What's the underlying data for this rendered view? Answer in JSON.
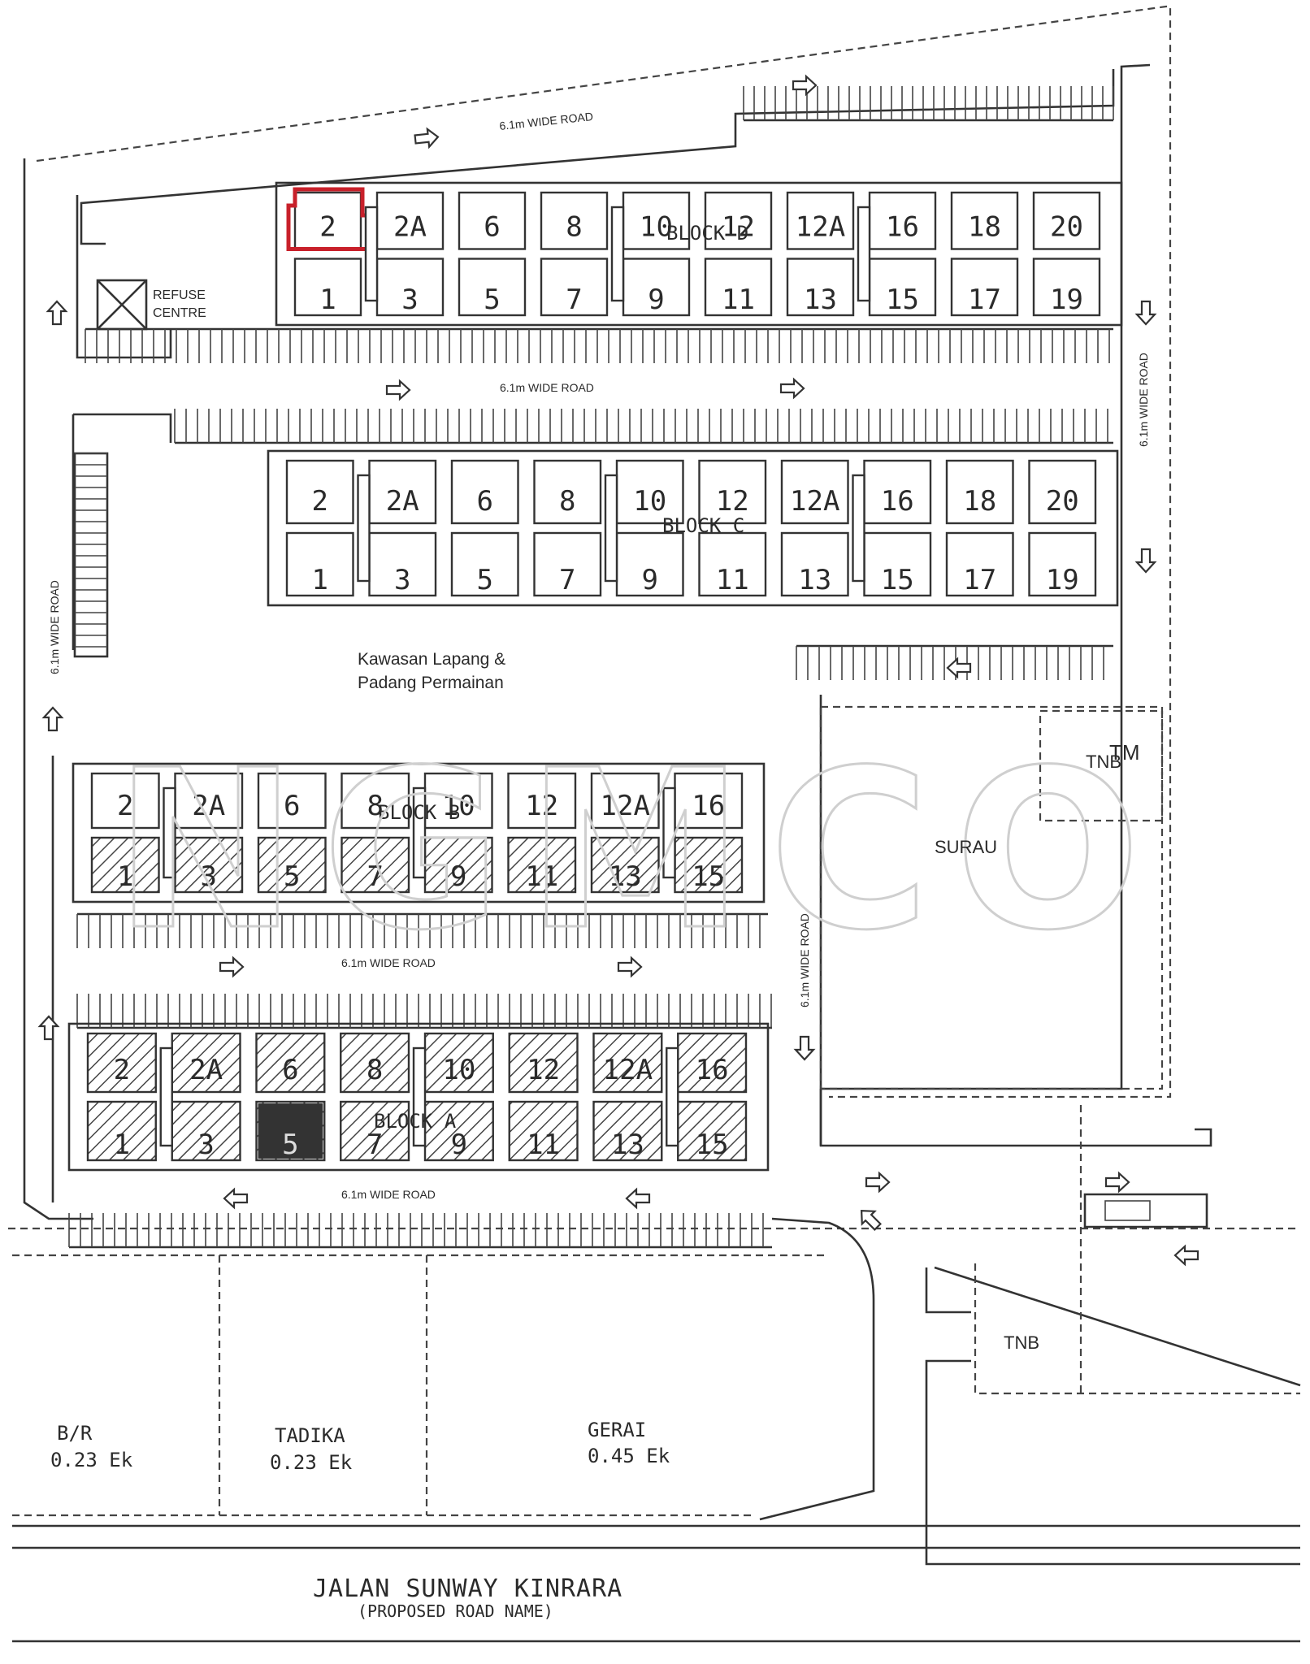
{
  "road_label": "6.1m WIDE ROAD",
  "refuse_centre": [
    "REFUSE",
    "CENTRE"
  ],
  "open_space": [
    "Kawasan Lapang &",
    "Padang Permainan"
  ],
  "watermark": "NGMCO",
  "watermark_tm": "TM",
  "surau": "SURAU",
  "tnb": "TNB",
  "blocks": [
    {
      "name": "BLOCK D",
      "top": [
        "2",
        "2A",
        "6",
        "8",
        "10",
        "12",
        "12A",
        "16",
        "18",
        "20"
      ],
      "bottom": [
        "1",
        "3",
        "5",
        "7",
        "9",
        "11",
        "13",
        "15",
        "17",
        "19"
      ],
      "highlight": "2"
    },
    {
      "name": "BLOCK C",
      "top": [
        "2",
        "2A",
        "6",
        "8",
        "10",
        "12",
        "12A",
        "16",
        "18",
        "20"
      ],
      "bottom": [
        "1",
        "3",
        "5",
        "7",
        "9",
        "11",
        "13",
        "15",
        "17",
        "19"
      ]
    },
    {
      "name": "BLOCK B",
      "top": [
        "2",
        "2A",
        "6",
        "8",
        "10",
        "12",
        "12A",
        "16"
      ],
      "bottom": [
        "1",
        "3",
        "5",
        "7",
        "9",
        "11",
        "13",
        "15"
      ]
    },
    {
      "name": "BLOCK A",
      "top": [
        "2",
        "2A",
        "6",
        "8",
        "10",
        "12",
        "12A",
        "16"
      ],
      "bottom": [
        "1",
        "3",
        "5",
        "7",
        "9",
        "11",
        "13",
        "15"
      ],
      "sold": "5"
    }
  ],
  "lots": [
    {
      "name": "B/R",
      "area": "0.23 Ek"
    },
    {
      "name": "TADIKA",
      "area": "0.23 Ek"
    },
    {
      "name": "GERAI",
      "area": "0.45 Ek"
    }
  ],
  "street": "JALAN SUNWAY KINRARA",
  "street_note": "(PROPOSED ROAD NAME)",
  "colors": {
    "highlight": "#c8202a",
    "line": "#333333",
    "watermark": "#cfcfcf"
  }
}
